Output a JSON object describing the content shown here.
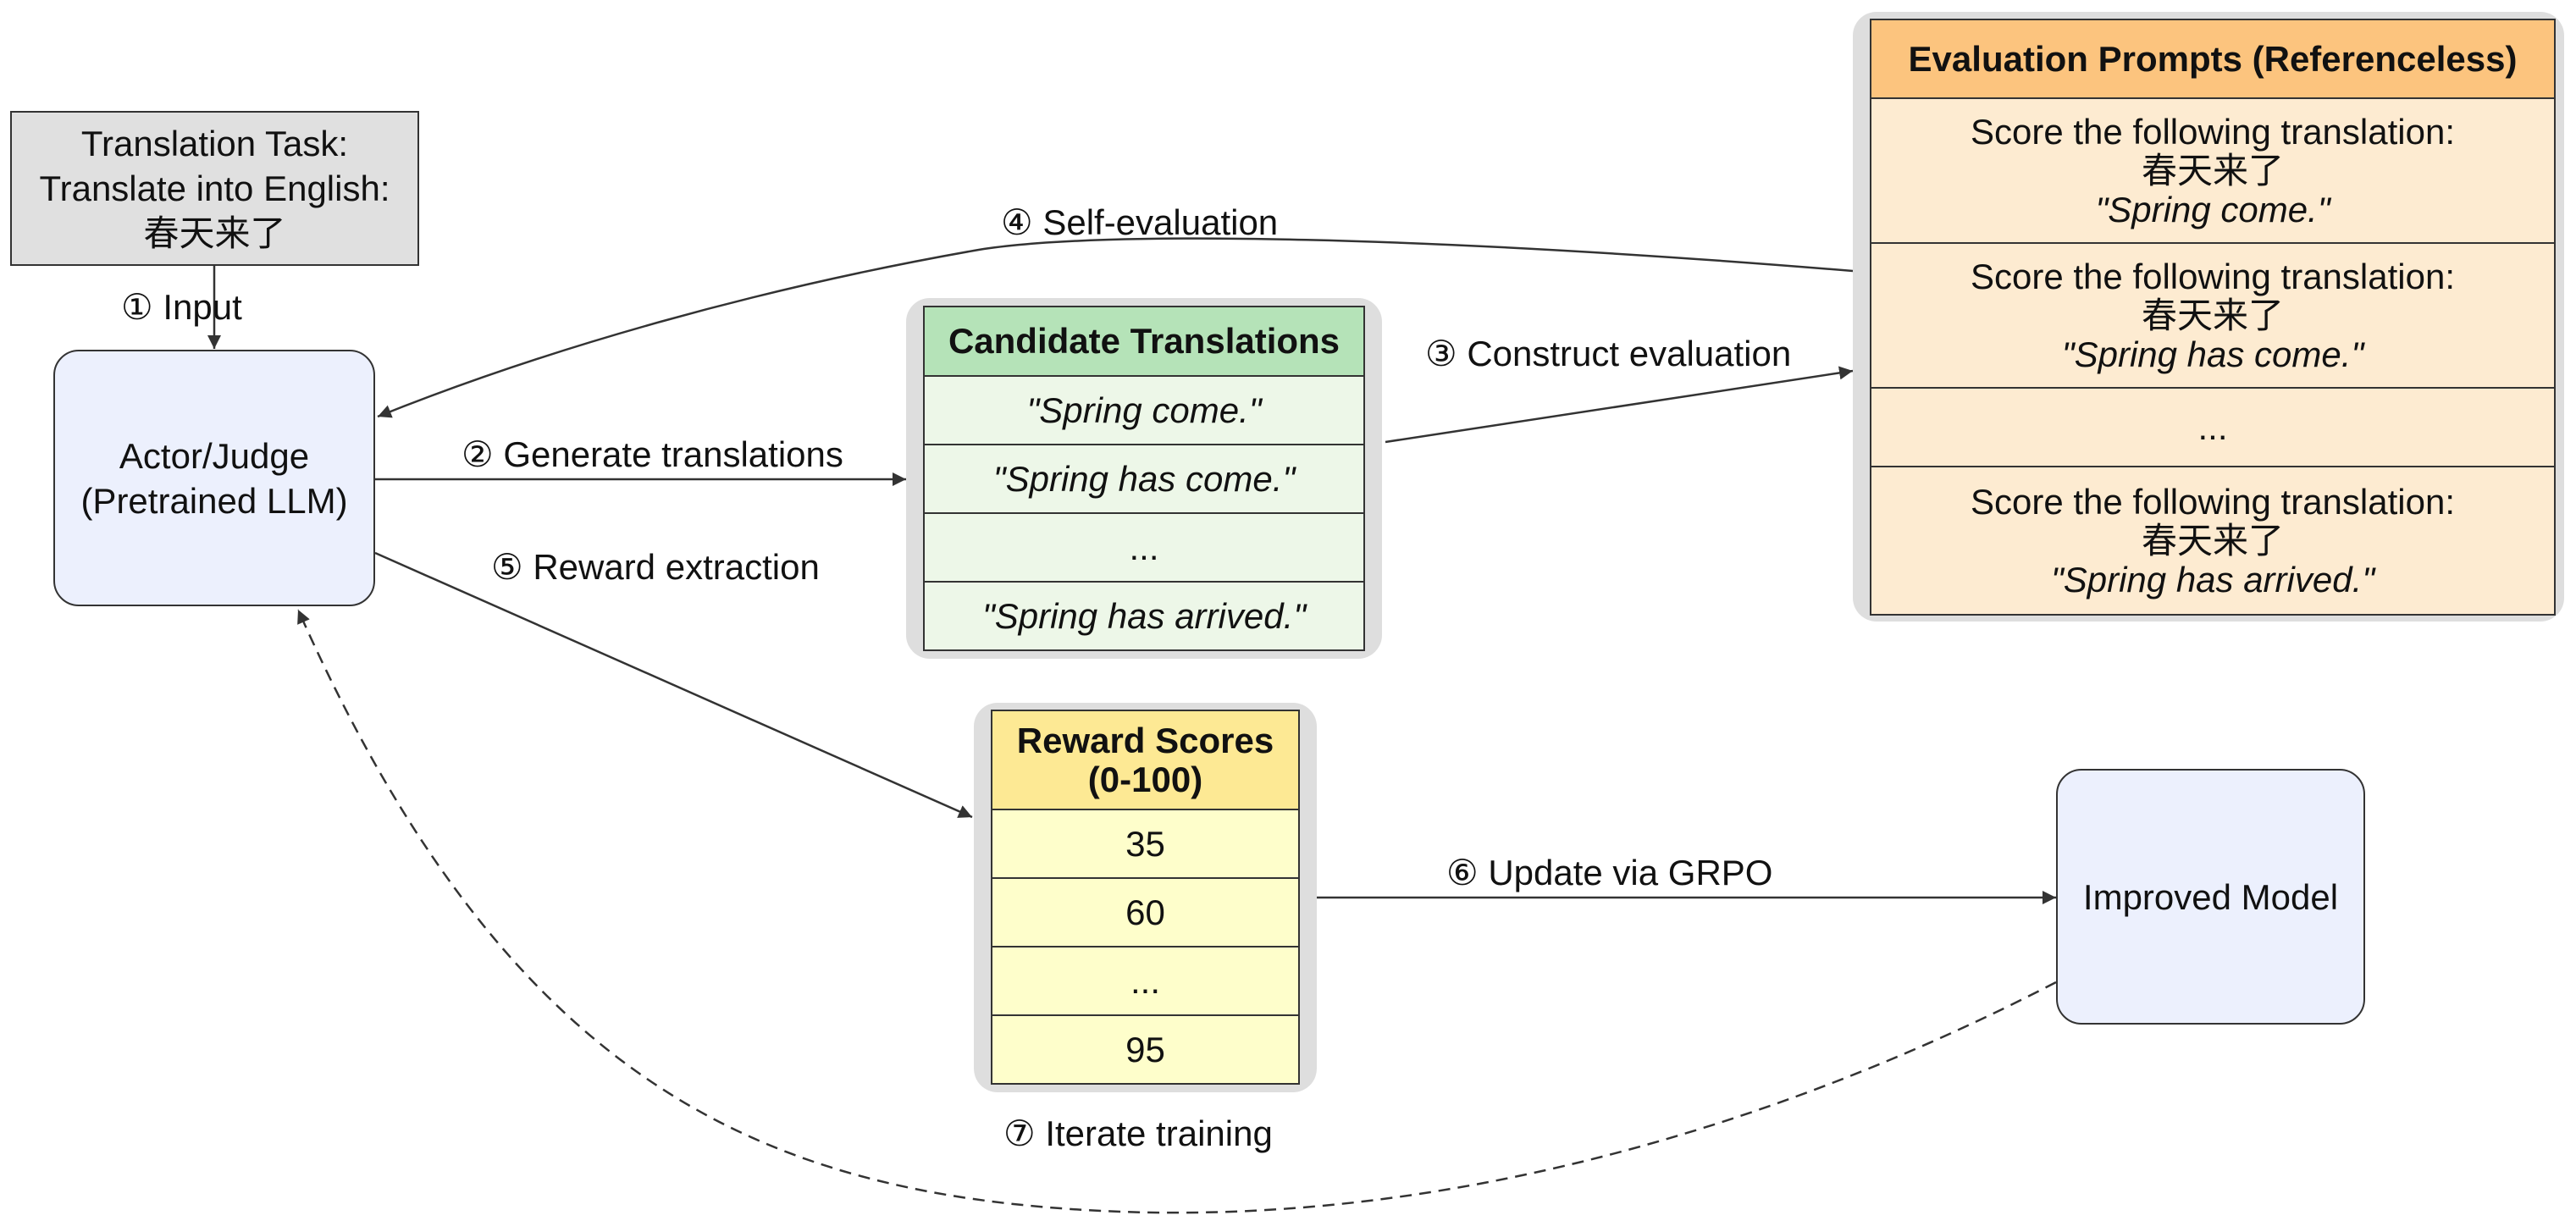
{
  "task_box": {
    "line1": "Translation Task:",
    "line2": "Translate into English:",
    "line3": "春天来了"
  },
  "actor_box": {
    "line1": "Actor/Judge",
    "line2": "(Pretrained LLM)"
  },
  "candidates": {
    "header": "Candidate Translations",
    "items": [
      "\"Spring come.\"",
      "\"Spring has come.\"",
      "...",
      "\"Spring has arrived.\""
    ]
  },
  "eval_prompts": {
    "header": "Evaluation Prompts (Referenceless)",
    "items": [
      {
        "prompt": "Score the following translation:",
        "source": "春天来了",
        "translation": "\"Spring come.\""
      },
      {
        "prompt": "Score the following translation:",
        "source": "春天来了",
        "translation": "\"Spring has come.\""
      },
      {
        "ellipsis": "..."
      },
      {
        "prompt": "Score the following translation:",
        "source": "春天来了",
        "translation": "\"Spring has arrived.\""
      }
    ]
  },
  "rewards": {
    "header_line1": "Reward Scores",
    "header_line2": "(0-100)",
    "values": [
      "35",
      "60",
      "...",
      "95"
    ]
  },
  "improved_model": {
    "label": "Improved Model"
  },
  "steps": {
    "input": "① Input",
    "generate": "② Generate translations",
    "construct": "③ Construct evaluation",
    "self_eval": "④ Self-evaluation",
    "reward_extract": "⑤ Reward extraction",
    "update": "⑥ Update via GRPO",
    "iterate": "⑦ Iterate training"
  },
  "colors": {
    "task_fill": "#e0e0e0",
    "model_fill": "#ecf0fd",
    "candidate_header": "#b5e3b8",
    "candidate_cell": "#edf7e8",
    "eval_header": "#fcc47e",
    "eval_cell": "#fdebd1",
    "reward_header": "#fde994",
    "reward_cell": "#fefecb",
    "panel_shadow": "#dedede",
    "line": "#333333"
  }
}
